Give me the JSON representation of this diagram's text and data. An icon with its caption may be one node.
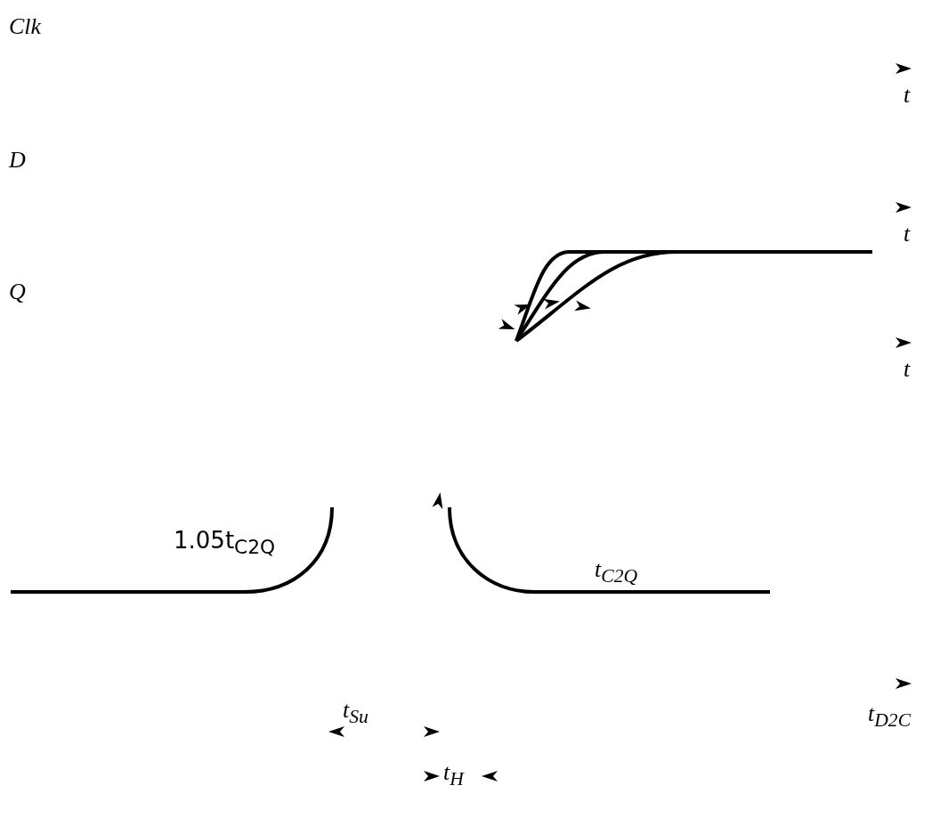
{
  "diagram": {
    "labels": [
      "Clk",
      "t",
      "D",
      "t",
      "Q",
      "t",
      "1.05t$_{C2Q}$",
      "t$_{C2Q}$",
      "t$_{Su}$",
      "t$_{D2C}$",
      "t$_{H}$"
    ]
  }
}
